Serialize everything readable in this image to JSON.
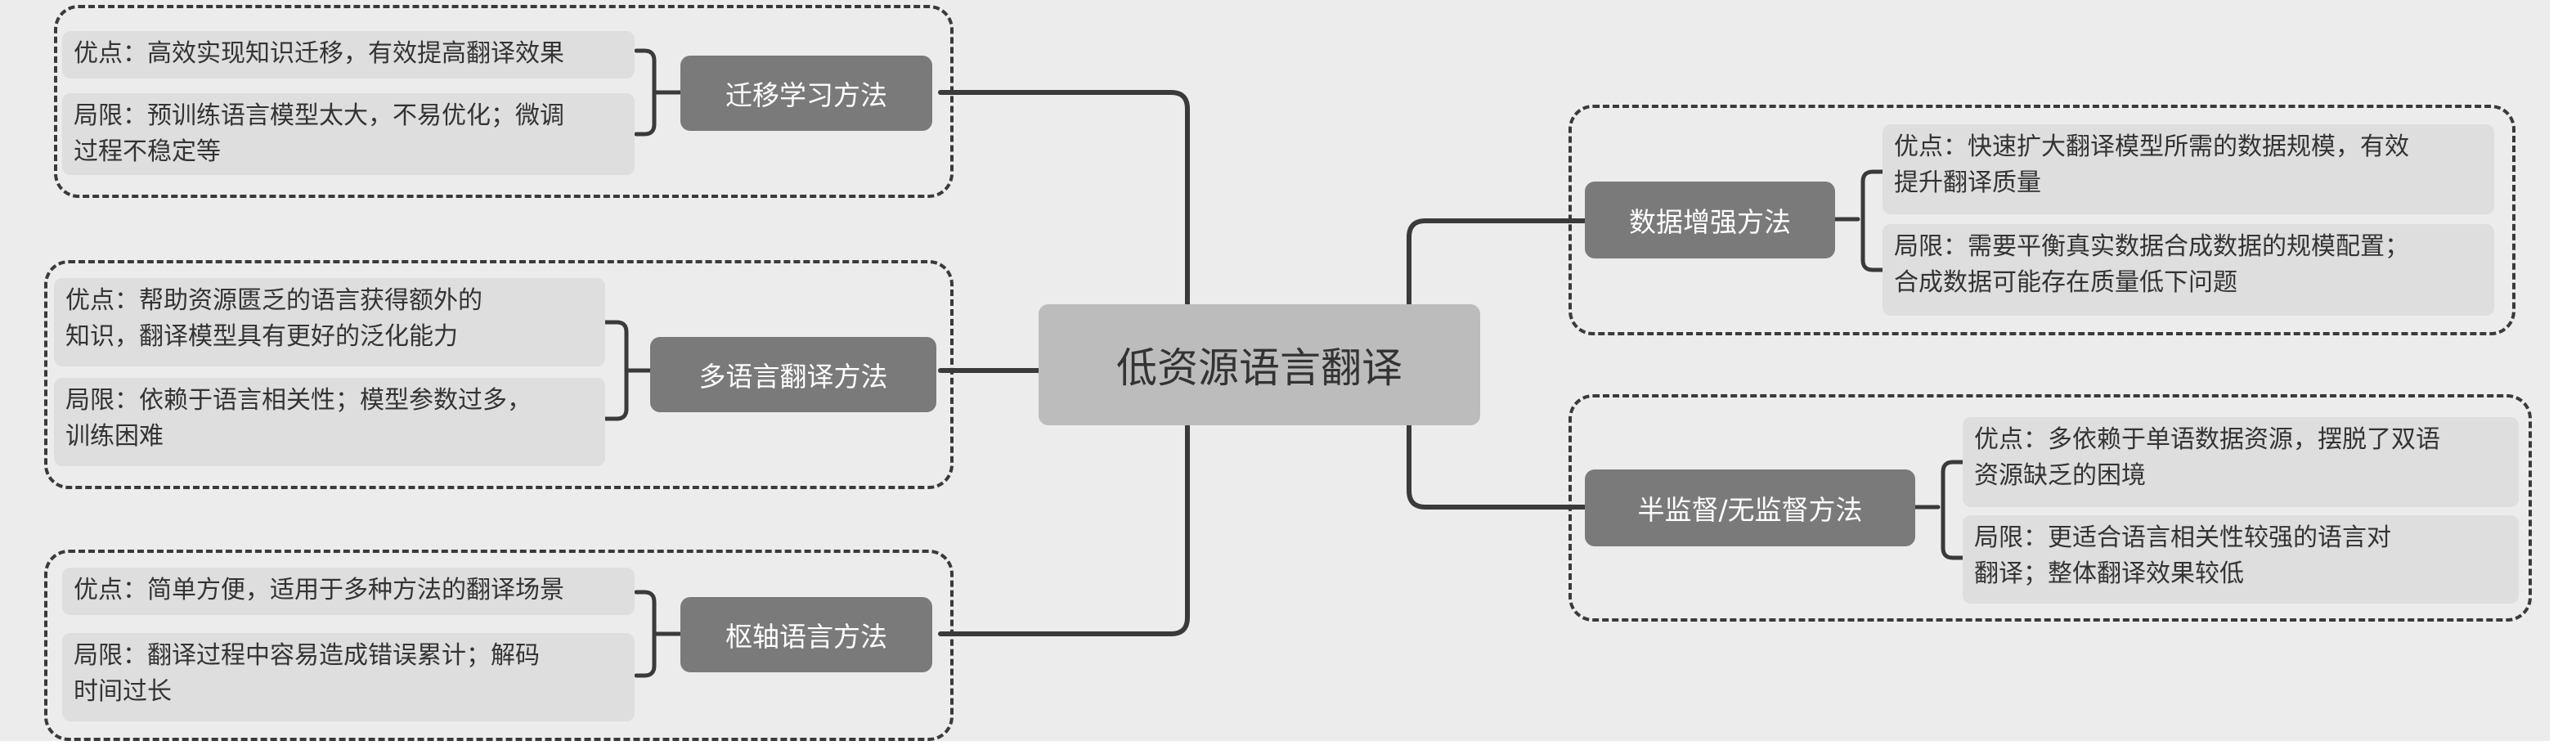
{
  "root": {
    "label": "低资源语言翻译"
  },
  "methods": {
    "transfer": {
      "label": "迁移学习方法",
      "pros": "优点：高效实现知识迁移，有效提高翻译效果",
      "cons": "局限：预训练语言模型太大，不易优化；微调\n过程不稳定等"
    },
    "multilingual": {
      "label": "多语言翻译方法",
      "pros": "优点：帮助资源匮乏的语言获得额外的\n知识，翻译模型具有更好的泛化能力",
      "cons": "局限：依赖于语言相关性；模型参数过多，\n训练困难"
    },
    "pivot": {
      "label": "枢轴语言方法",
      "pros": "优点：简单方便，适用于多种方法的翻译场景",
      "cons": "局限：翻译过程中容易造成错误累计；解码\n时间过长"
    },
    "augmentation": {
      "label": "数据增强方法",
      "pros": "优点：快速扩大翻译模型所需的数据规模，有效\n提升翻译质量",
      "cons": "局限：需要平衡真实数据合成数据的规模配置；\n合成数据可能存在质量低下问题"
    },
    "semi": {
      "label": "半监督/无监督方法",
      "pros": "优点：多依赖于单语数据资源，摆脱了双语\n资源缺乏的困境",
      "cons": "局限：更适合语言相关性较强的语言对\n翻译；整体翻译效果较低"
    }
  },
  "colors": {
    "background": "#ececec",
    "root_fill": "#bcbcbc",
    "method_fill": "#7a7a7a",
    "note_fill": "#dedede",
    "line": "#3a3a3a"
  }
}
